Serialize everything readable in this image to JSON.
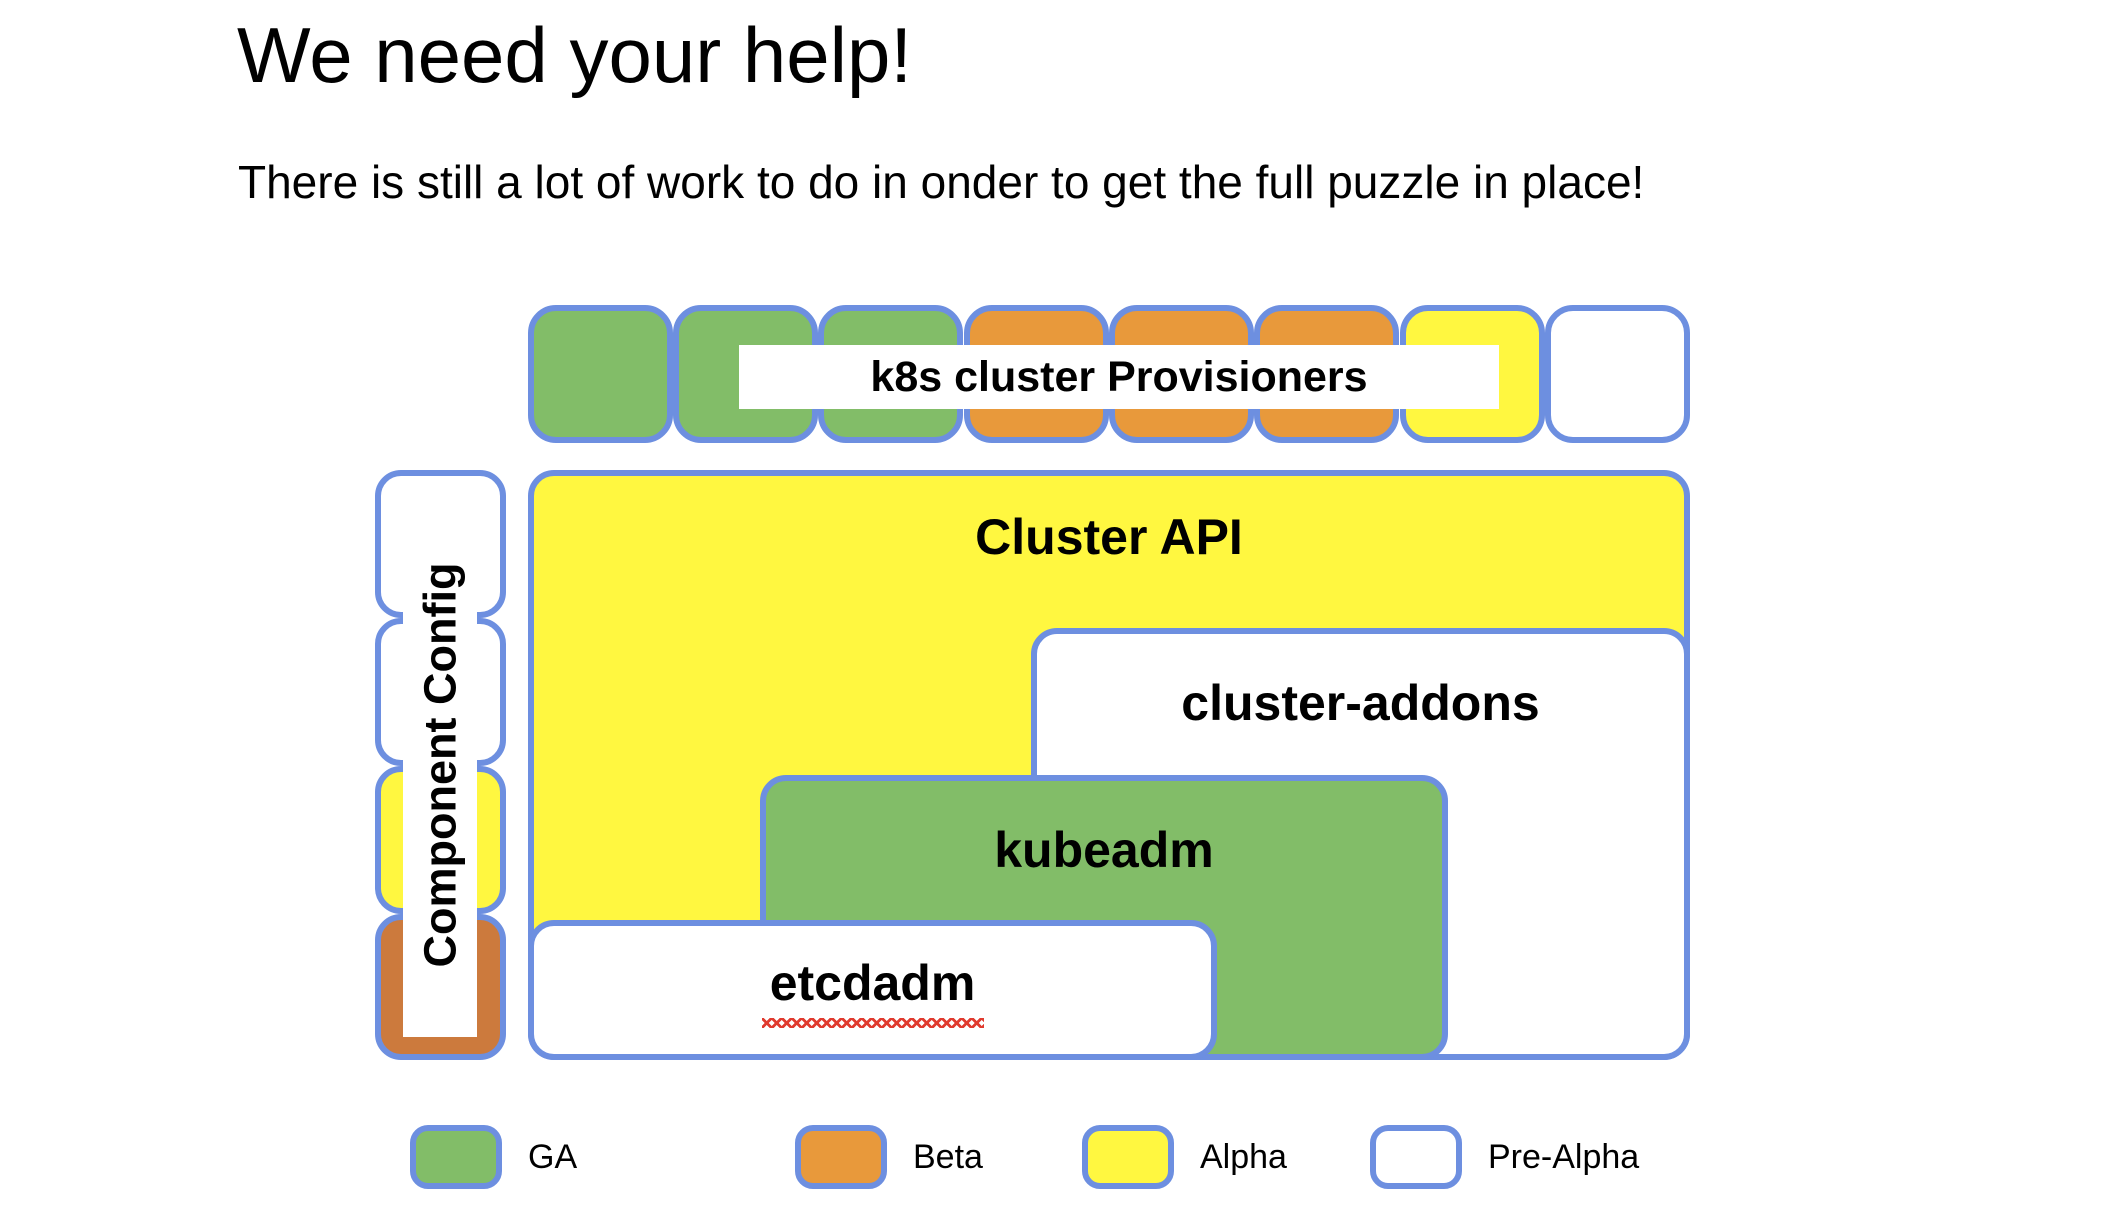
{
  "slide": {
    "title": "We need your help!",
    "subtitle": "There is still a lot of work to do in onder to get the full puzzle in place!"
  },
  "colors": {
    "border": "#6d8fe0",
    "ga_green": "#82bd68",
    "beta_orange": "#e8993b",
    "component_config_orange": "#cc7a3d",
    "alpha_yellow": "#fff740",
    "pre_alpha_white": "#ffffff",
    "spellcheck_red": "#e03b2f",
    "text": "#000000"
  },
  "provisioner_strip": {
    "label": "k8s cluster Provisioners",
    "cells": [
      {
        "name": "provisioner-cell-1",
        "status": "GA",
        "color": "#82bd68"
      },
      {
        "name": "provisioner-cell-2",
        "status": "GA",
        "color": "#82bd68"
      },
      {
        "name": "provisioner-cell-3",
        "status": "GA",
        "color": "#82bd68"
      },
      {
        "name": "provisioner-cell-4",
        "status": "Beta",
        "color": "#e8993b"
      },
      {
        "name": "provisioner-cell-5",
        "status": "Beta",
        "color": "#e8993b"
      },
      {
        "name": "provisioner-cell-6",
        "status": "Beta",
        "color": "#e8993b"
      },
      {
        "name": "provisioner-cell-7",
        "status": "Alpha",
        "color": "#fff740"
      },
      {
        "name": "provisioner-cell-8",
        "status": "Pre-Alpha",
        "color": "#ffffff"
      }
    ]
  },
  "component_config": {
    "label": "Component Config",
    "cells": [
      {
        "name": "component-config-cell-1",
        "status": "Pre-Alpha",
        "color": "#ffffff"
      },
      {
        "name": "component-config-cell-2",
        "status": "Pre-Alpha",
        "color": "#ffffff"
      },
      {
        "name": "component-config-cell-3",
        "status": "Alpha",
        "color": "#fff740"
      },
      {
        "name": "component-config-cell-4",
        "status": "Beta",
        "color": "#cc7a3d"
      }
    ]
  },
  "stack": {
    "cluster_api": {
      "label": "Cluster API",
      "status": "Alpha",
      "color": "#fff740"
    },
    "cluster_addons": {
      "label": "cluster-addons",
      "status": "Pre-Alpha",
      "color": "#ffffff"
    },
    "kubeadm": {
      "label": "kubeadm",
      "status": "GA",
      "color": "#82bd68"
    },
    "etcdadm": {
      "label": "etcdadm",
      "status": "Pre-Alpha",
      "color": "#ffffff",
      "spellcheck_underline": true
    }
  },
  "legend": {
    "items": [
      {
        "label": "GA",
        "color": "#82bd68"
      },
      {
        "label": "Beta",
        "color": "#e8993b"
      },
      {
        "label": "Alpha",
        "color": "#fff740"
      },
      {
        "label": "Pre-Alpha",
        "color": "#ffffff"
      }
    ]
  }
}
